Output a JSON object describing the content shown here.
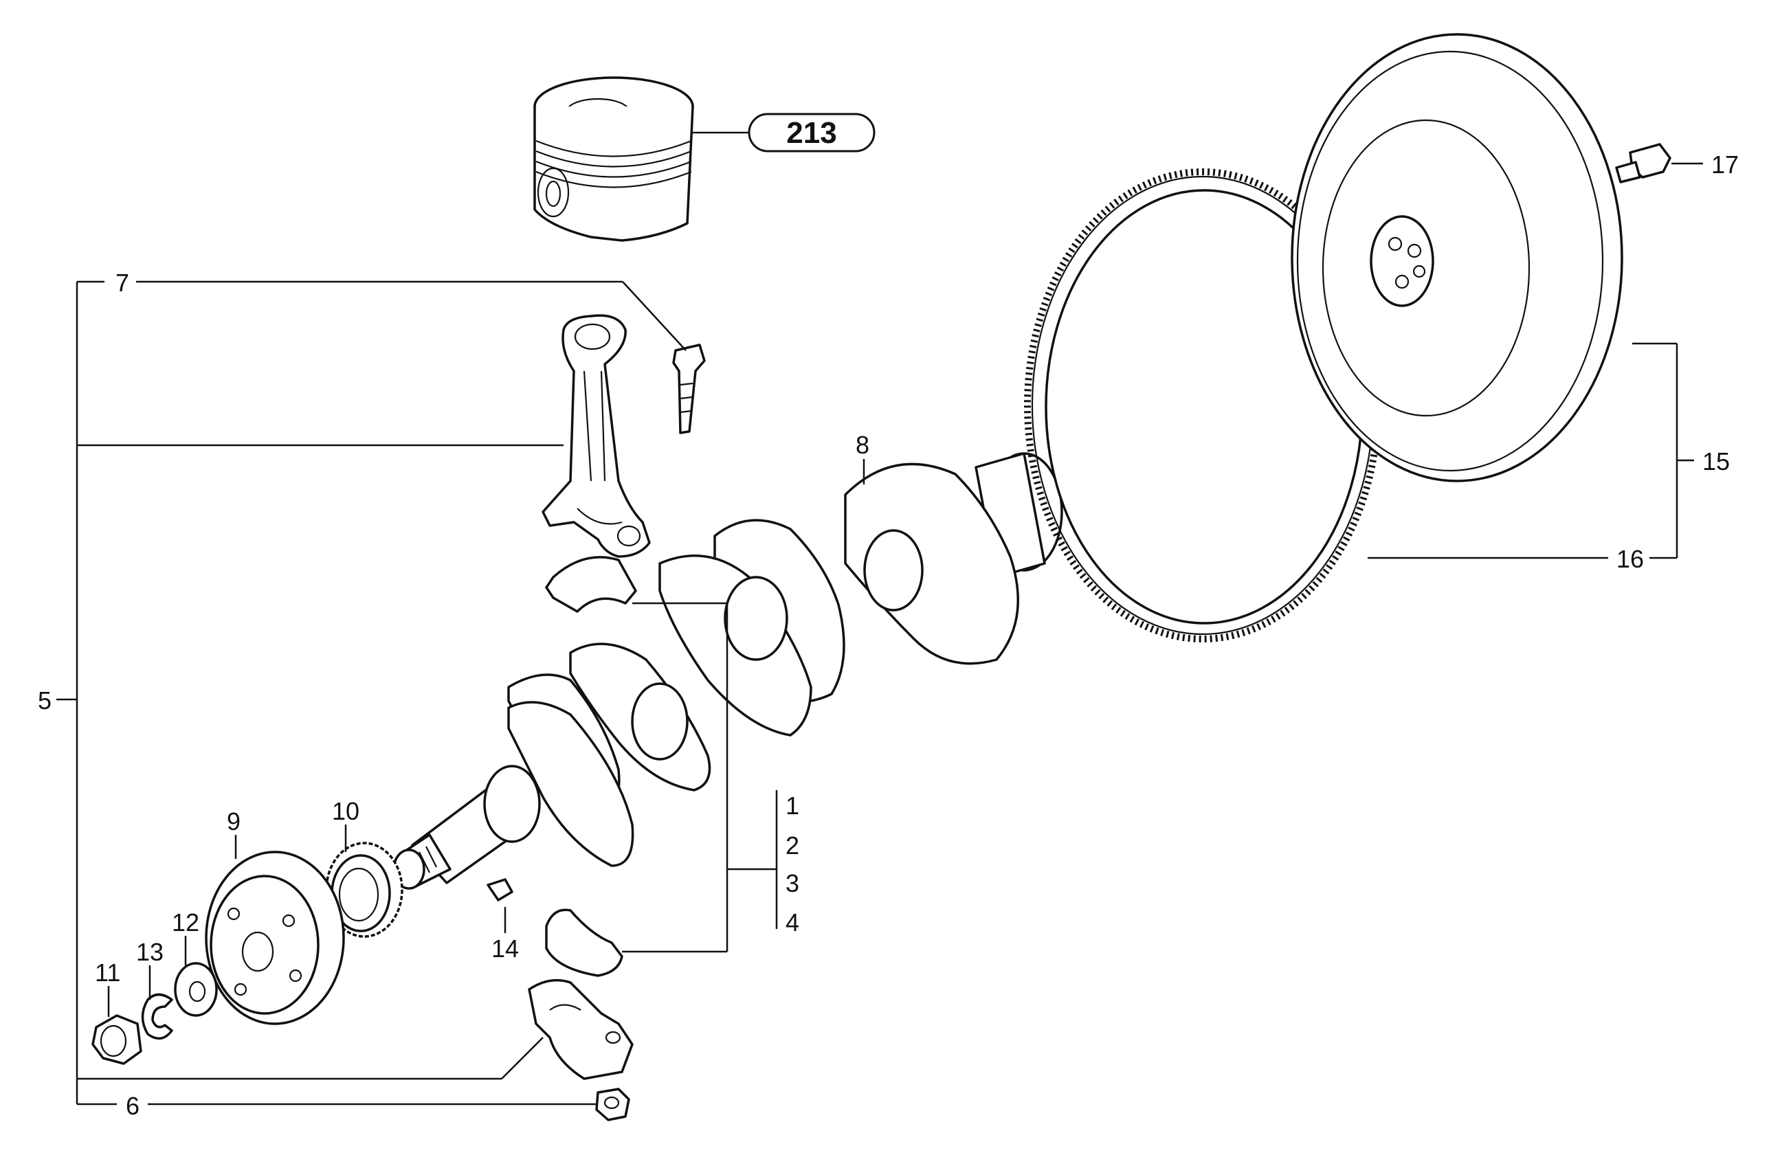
{
  "diagram": {
    "reference_badge": "213",
    "callouts": {
      "c1": "1",
      "c2": "2",
      "c3": "3",
      "c4": "4",
      "c5": "5",
      "c6": "6",
      "c7": "7",
      "c8": "8",
      "c9": "9",
      "c10": "10",
      "c11": "11",
      "c12": "12",
      "c13": "13",
      "c14": "14",
      "c15": "15",
      "c16": "16",
      "c17": "17"
    }
  }
}
